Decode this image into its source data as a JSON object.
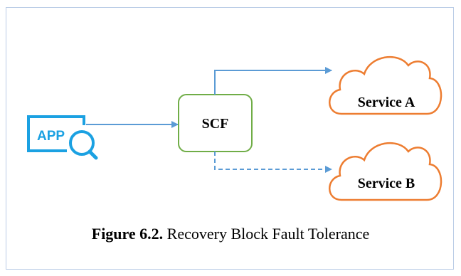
{
  "diagram": {
    "app_label": "APP",
    "scf_label": "SCF",
    "service_a_label": "Service A",
    "service_b_label": "Service B"
  },
  "caption": {
    "label": "Figure 6.2.",
    "text": " Recovery Block Fault Tolerance"
  },
  "colors": {
    "arrow": "#5b9bd5",
    "scf_border": "#70ad47",
    "cloud_outline": "#ed7d31",
    "app_icon": "#1ba1e2",
    "frame_border": "#b9cce6"
  },
  "icons": [
    "app-search-icon",
    "cloud-icon"
  ]
}
